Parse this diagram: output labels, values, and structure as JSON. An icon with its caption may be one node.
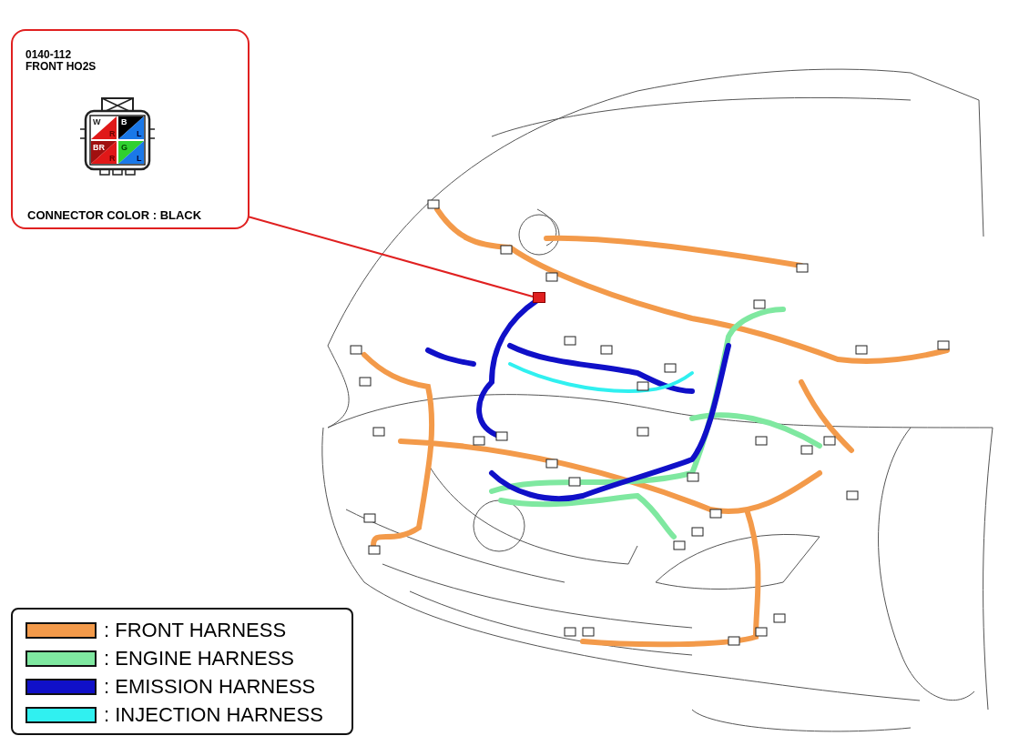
{
  "diagram": {
    "nodes": [
      {
        "text": [
          "0140-112 FRONT HO2S",
          "CONNECTOR COLOR : BLACK"
        ]
      },
      {
        "text": [],
        "shape": "box"
      }
    ],
    "edges": [
      {
        "from": 0,
        "to": 1,
        "arrow": "none"
      }
    ],
    "labels": [
      "W",
      "R",
      "B",
      "L",
      "BR",
      "R",
      "G",
      "L"
    ],
    "legend": [
      {
        "text": ": FRONT HARNESS",
        "color": "#f39a4a"
      },
      {
        "text": ": ENGINE HARNESS",
        "color": "#7fe8a0"
      },
      {
        "text": ": EMISSION HARNESS",
        "color": "#1010c8"
      },
      {
        "text": ": INJECTION HARNESS",
        "color": "#30f0f0"
      }
    ]
  }
}
